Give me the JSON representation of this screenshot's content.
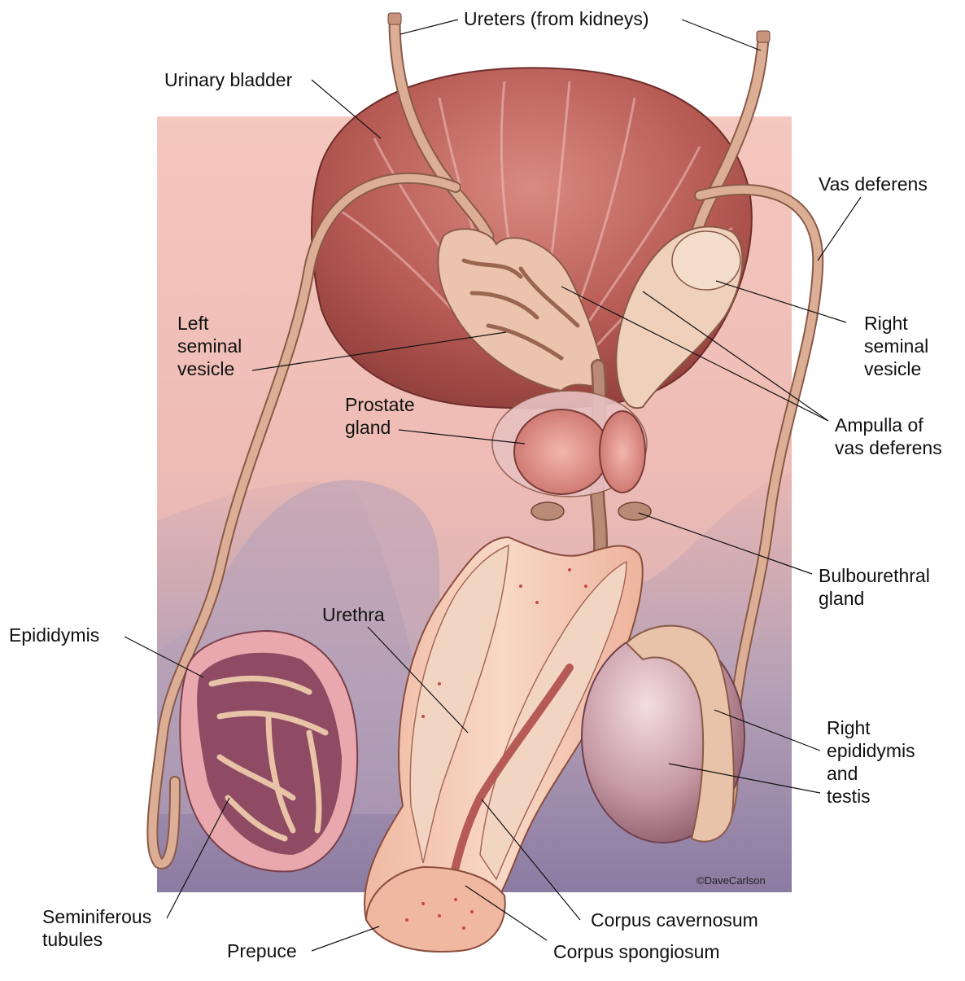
{
  "labels": {
    "ureters": "Ureters (from kidneys)",
    "urinary_bladder": "Urinary bladder",
    "vas_deferens": "Vas deferens",
    "left_seminal_vesicle": [
      "Left",
      "seminal",
      "vesicle"
    ],
    "right_seminal_vesicle": [
      "Right",
      "seminal",
      "vesicle"
    ],
    "prostate_gland": [
      "Prostate",
      "gland"
    ],
    "ampulla": [
      "Ampulla of",
      "vas deferens"
    ],
    "bulbourethral_gland": [
      "Bulbourethral",
      "gland"
    ],
    "urethra": "Urethra",
    "epididymis": "Epididymis",
    "right_epididymis_testis": [
      "Right",
      "epididymis",
      "and",
      "testis"
    ],
    "seminiferous_tubules": [
      "Seminiferous",
      "tubules"
    ],
    "corpus_cavernosum": "Corpus cavernosum",
    "prepuce": "Prepuce",
    "corpus_spongiosum": "Corpus spongiosum"
  },
  "copyright": "©DaveCarlson",
  "colors": {
    "panel_top": "#f7cfc6",
    "panel_bottom": "#8e7ea3",
    "bladder": "#b9615a",
    "duct": "#d9a88f",
    "duct_stroke": "#8a5a48",
    "seminal": "#e9c2aa",
    "prostate": "#e89a90",
    "penis_fill": "#f3c8b0",
    "testis": "#c89aa2",
    "leader": "#111111"
  }
}
